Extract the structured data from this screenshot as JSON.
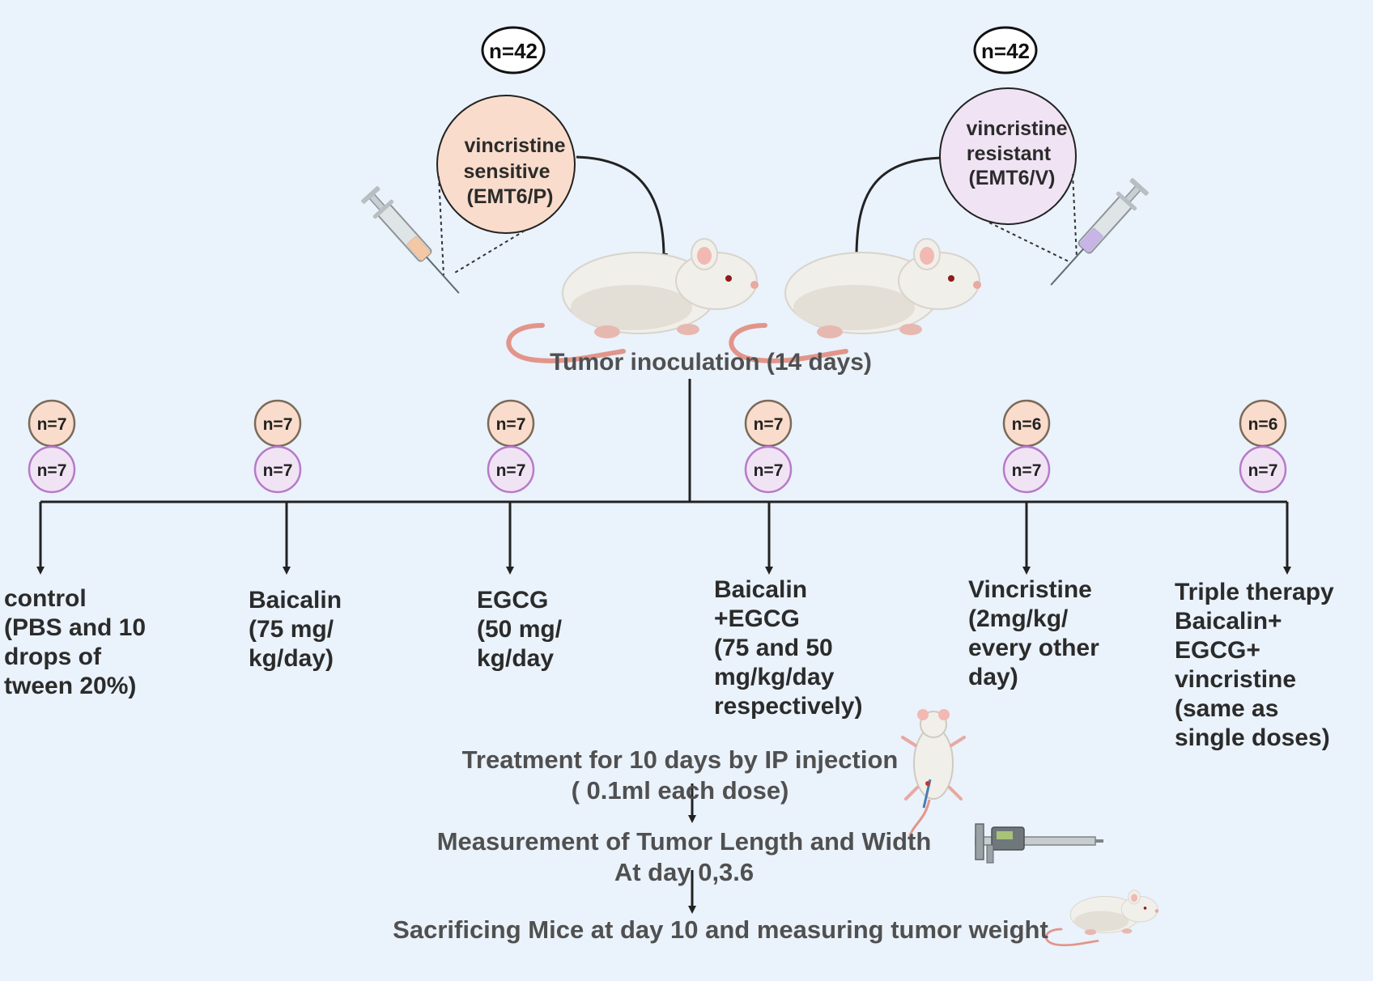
{
  "top": {
    "left": {
      "n": "n=42",
      "line1": "vincristine",
      "line2": "sensitive",
      "line3": "(EMT6/P)",
      "fill": "#f9dccb"
    },
    "right": {
      "n": "n=42",
      "line1": "vincristine",
      "line2": "resistant",
      "line3": "(EMT6/V)",
      "fill": "#f0e4f4"
    }
  },
  "inoculation": "Tumor inoculation (14 days)",
  "groups": [
    {
      "n_sensitive": "n=7",
      "n_resistant": "n=7",
      "label": "control\n(PBS and 10\ndrops of\ntween 20%)"
    },
    {
      "n_sensitive": "n=7",
      "n_resistant": "n=7",
      "label": "Baicalin\n(75 mg/\nkg/day)"
    },
    {
      "n_sensitive": "n=7",
      "n_resistant": "n=7",
      "label": "EGCG\n(50 mg/\nkg/day"
    },
    {
      "n_sensitive": "n=7",
      "n_resistant": "n=7",
      "label": "Baicalin\n+EGCG\n(75 and 50\nmg/kg/day\nrespectively)"
    },
    {
      "n_sensitive": "n=6",
      "n_resistant": "n=7",
      "label": "Vincristine\n(2mg/kg/\nevery other\nday)"
    },
    {
      "n_sensitive": "n=6",
      "n_resistant": "n=7",
      "label": "Triple therapy\nBaicalin+\nEGCG+\nvincristine\n(same as\nsingle doses)"
    }
  ],
  "steps": {
    "treatment": "Treatment for 10 days by IP injection\n( 0.1ml each dose)",
    "measurement": "Measurement of Tumor Length and Width\nAt day 0,3.6",
    "sacrifice": "Sacrificing Mice at day 10 and measuring tumor weight"
  },
  "colors": {
    "background": "#eaf2fb",
    "sensitive": "#f9dccb",
    "resistant": "#f0e4f4",
    "resistant_border": "#b77ac8",
    "sensitive_border": "#7a6a5a",
    "line": "#222222"
  },
  "icons": [
    "syringe-icon",
    "mouse-icon",
    "caliper-icon",
    "injected-mouse-icon"
  ]
}
